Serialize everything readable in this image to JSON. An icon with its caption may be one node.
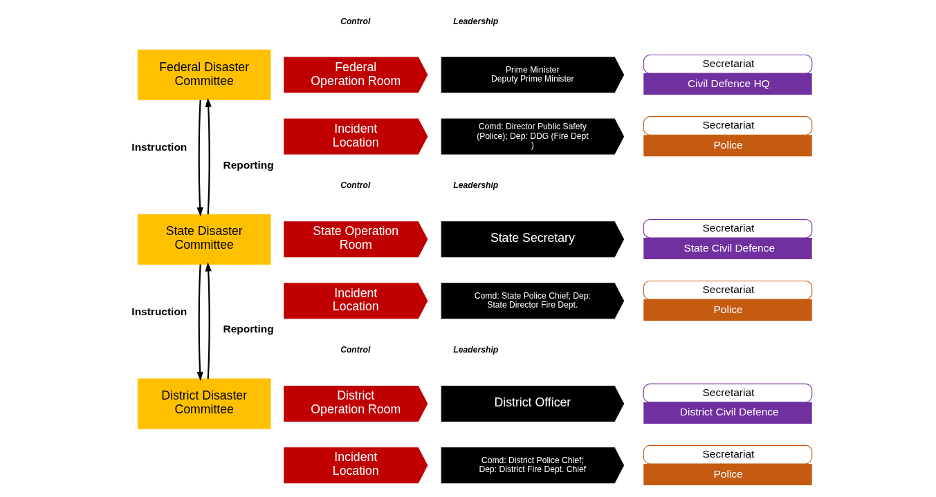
{
  "diagram": {
    "nodes": [
      {
        "text": [
          "Federal Disaster Committee"
        ]
      },
      {
        "text": [
          "State Disaster Committee"
        ]
      },
      {
        "text": [
          "District Disaster Committee"
        ]
      },
      {
        "text": [
          "Federal Operation Room"
        ]
      },
      {
        "text": [
          "Prime Minister",
          "Deputy Prime Minister"
        ]
      },
      {
        "text": [
          "Secretariat",
          "Civil Defence HQ"
        ]
      },
      {
        "text": [
          "Incident Location"
        ]
      },
      {
        "text": [
          "Comd: Director Public Safety (Police); Dep: DDG (Fire Dept )"
        ]
      },
      {
        "text": [
          "Secretariat",
          "Police"
        ]
      },
      {
        "text": [
          "State Operation Room"
        ]
      },
      {
        "text": [
          "State Secretary"
        ]
      },
      {
        "text": [
          "Secretariat",
          "State Civil Defence"
        ]
      },
      {
        "text": [
          "Incident Location"
        ]
      },
      {
        "text": [
          "Comd: State Police Chief; Dep: State Director Fire Dept."
        ]
      },
      {
        "text": [
          "Secretariat",
          "Police"
        ]
      },
      {
        "text": [
          "District Operation Room"
        ]
      },
      {
        "text": [
          "District Officer"
        ]
      },
      {
        "text": [
          "Secretariat",
          "District Civil Defence"
        ]
      },
      {
        "text": [
          "Incident Location"
        ]
      },
      {
        "text": [
          "Comd: District Police Chief; Dep: District Fire Dept. Chief"
        ]
      },
      {
        "text": [
          "Secretariat",
          "Police"
        ]
      }
    ],
    "edges": [
      {
        "from": 0,
        "to": 1,
        "arrow": "to",
        "label": "Instruction"
      },
      {
        "from": 1,
        "to": 0,
        "arrow": "to",
        "label": "Reporting"
      },
      {
        "from": 1,
        "to": 2,
        "arrow": "to",
        "label": "Instruction"
      },
      {
        "from": 2,
        "to": 1,
        "arrow": "to",
        "label": "Reporting"
      }
    ],
    "labels": [
      "Control",
      "Leadership",
      "Control",
      "Leadership",
      "Control",
      "Leadership"
    ]
  }
}
